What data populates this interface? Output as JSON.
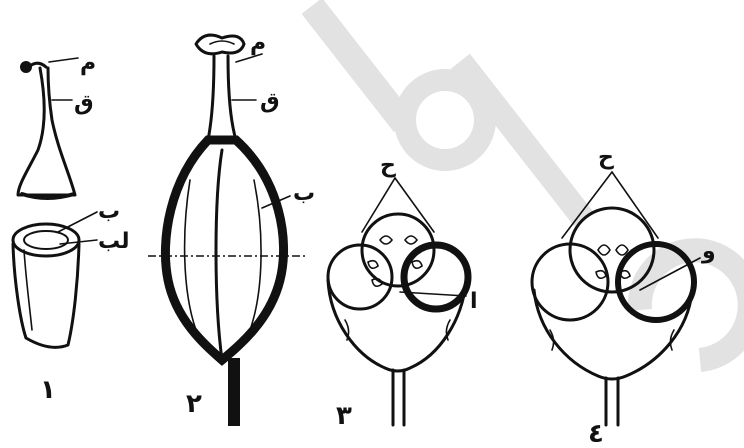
{
  "figures": [
    {
      "number": "١",
      "labels": {
        "stigma": "م",
        "style": "ق",
        "ovary_cavity": "ب",
        "placenta": "لب"
      }
    },
    {
      "number": "٢",
      "labels": {
        "stigma": "م",
        "style": "ق",
        "ovary": "ب"
      }
    },
    {
      "number": "٣",
      "labels": {
        "carpels": "ح",
        "placenta": "ا"
      }
    },
    {
      "number": "٤",
      "labels": {
        "carpels": "ح",
        "ovule": "و"
      }
    }
  ],
  "colors": {
    "ink": "#111111",
    "watermark": "#e2e2e2",
    "background": "#ffffff"
  }
}
